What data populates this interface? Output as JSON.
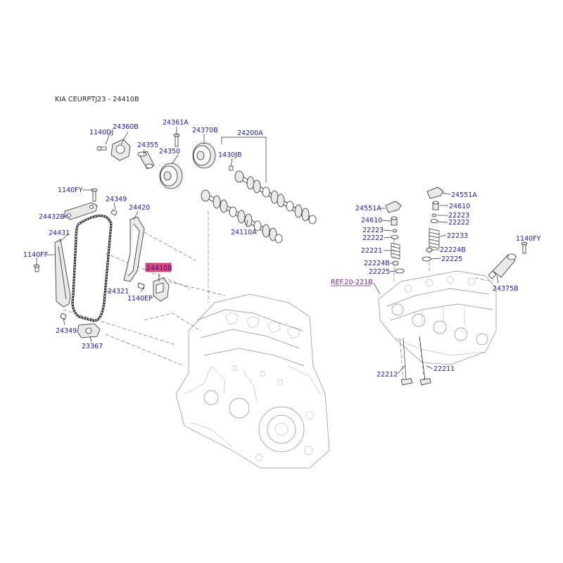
{
  "header": {
    "title": "KIA CEURPTJ23 - 24410B"
  },
  "highlight": {
    "color": "#e8457a",
    "part": "24410B"
  },
  "colors": {
    "label": "#1a1aa8",
    "ref_link": "#7a1f8e"
  },
  "labels": {
    "p_1140DJ": "1140DJ",
    "p_24360B": "24360B",
    "p_24355": "24355",
    "p_24361A": "24361A",
    "p_24370B": "24370B",
    "p_24350": "24350",
    "p_24200A": "24200A",
    "p_1430JB": "1430JB",
    "p_1140FY_left": "1140FY",
    "p_24349_top": "24349",
    "p_24420": "24420",
    "p_24432B": "24432B",
    "p_24431": "24431",
    "p_1140FF": "1140FF",
    "p_24410B": "24410B",
    "p_1140EP": "1140EP",
    "p_24321": "24321",
    "p_24349_bottom": "24349",
    "p_23367": "23367",
    "p_24110A": "24110A",
    "p_24551A_left": "24551A",
    "p_24551A_right": "24551A",
    "p_24610_left": "24610",
    "p_24610_right": "24610",
    "p_22223_left": "22223",
    "p_22223_right": "22223",
    "p_22222_left": "22222",
    "p_22222_right": "22222",
    "p_22233": "22233",
    "p_22221": "22221",
    "p_22224B_left": "22224B",
    "p_22224B_right": "22224B",
    "p_22225_left": "22225",
    "p_22225_right": "22225",
    "p_1140FY_right": "1140FY",
    "p_24375B": "24375B",
    "p_22212": "22212",
    "p_22211": "22211"
  },
  "ref_link": {
    "label": "REF.20-221B"
  }
}
